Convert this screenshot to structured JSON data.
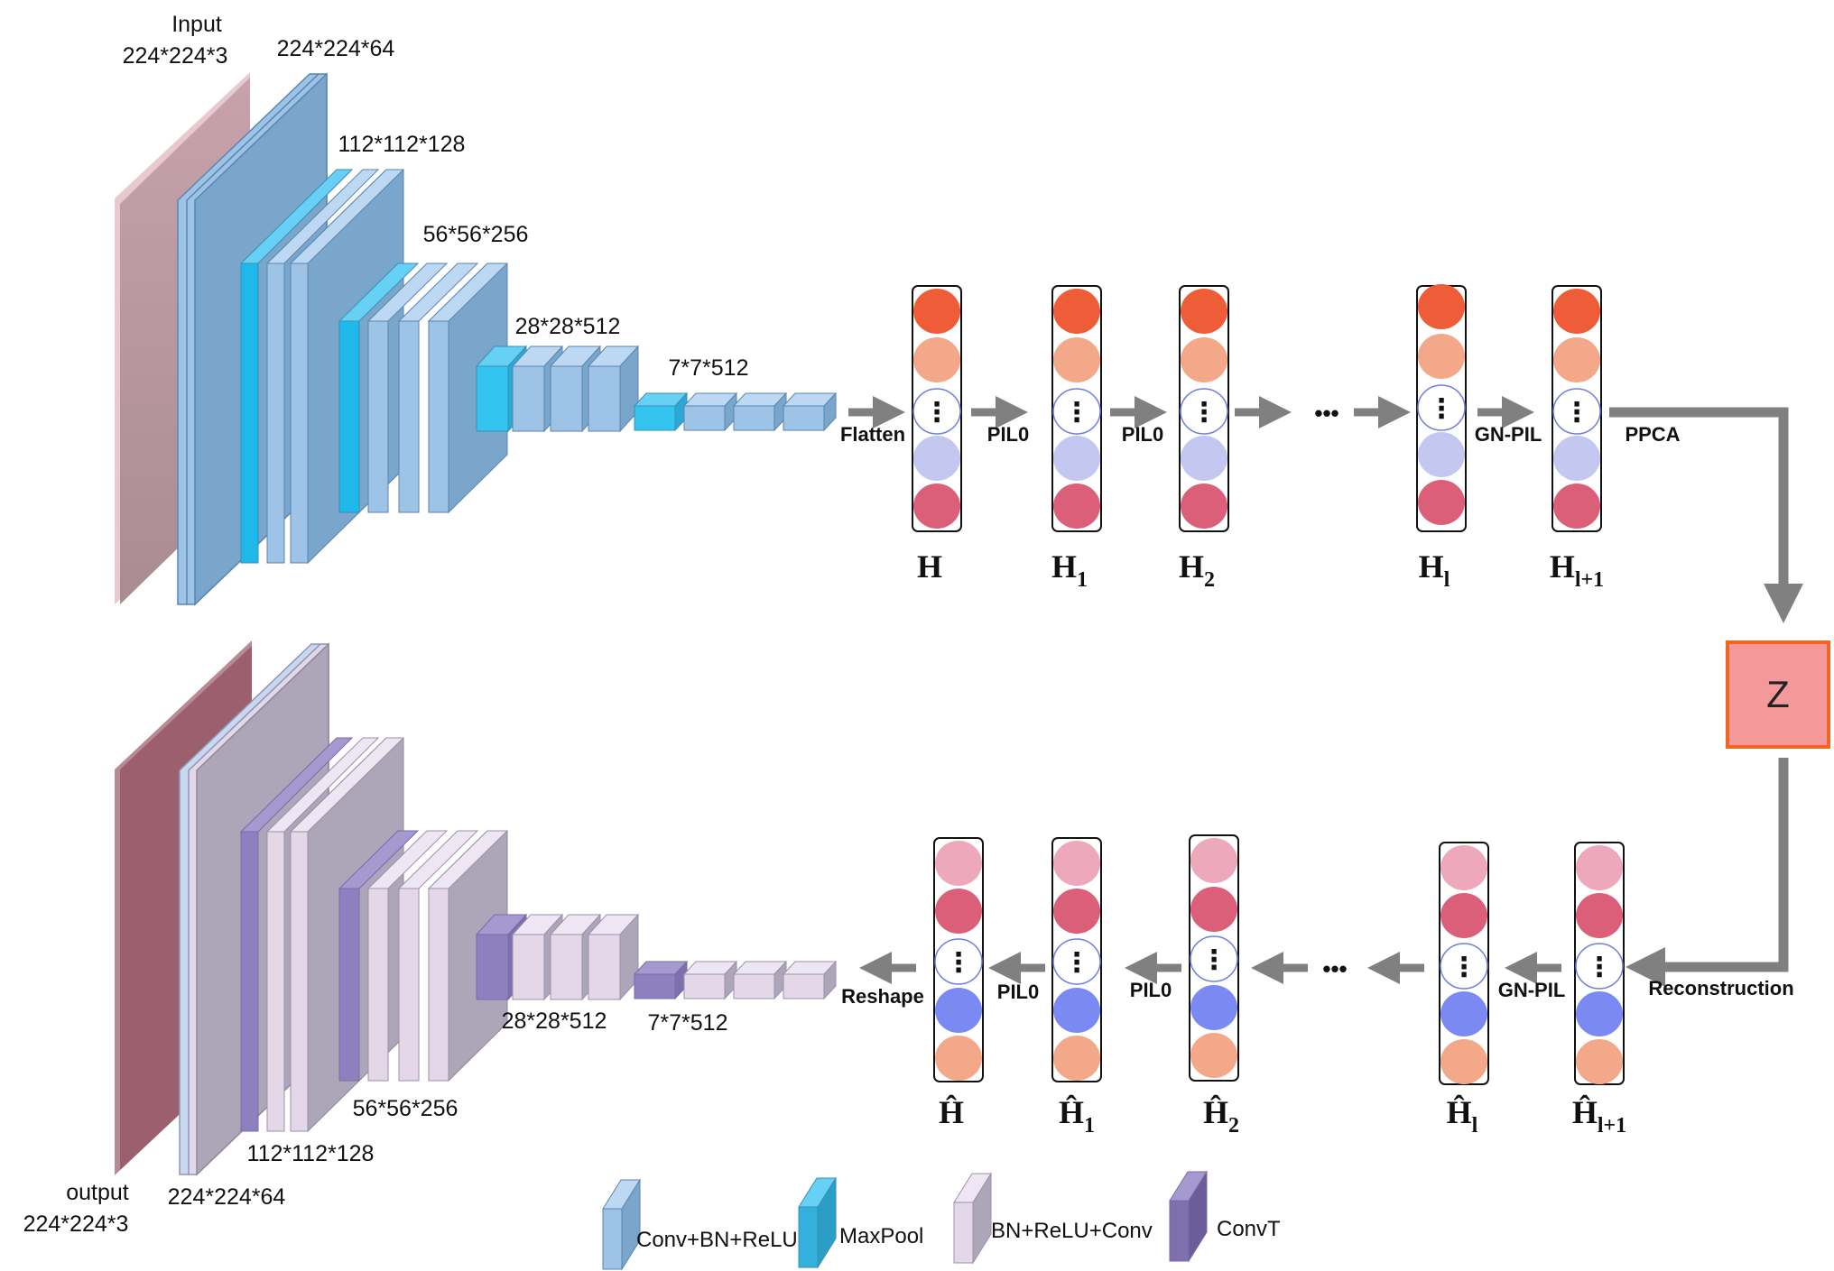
{
  "encoder": {
    "input_label": "Input",
    "input_dim": "224*224*3",
    "dims": [
      "224*224*64",
      "112*112*128",
      "56*56*256",
      "28*28*512",
      "7*7*512"
    ]
  },
  "decoder": {
    "output_label": "output",
    "output_dim": "224*224*3",
    "dims": [
      "224*224*64",
      "112*112*128",
      "56*56*256",
      "28*28*512",
      "7*7*512"
    ]
  },
  "top_ops": [
    "Flatten",
    "PIL0",
    "PIL0",
    "GN-PIL",
    "PPCA"
  ],
  "bottom_ops": [
    "Reshape",
    "PIL0",
    "PIL0",
    "GN-PIL",
    "Reconstruction"
  ],
  "ellipsis": "•••",
  "vertical_dots": "⋮",
  "top_vectors": [
    {
      "main": "H",
      "sub": ""
    },
    {
      "main": "H",
      "sub": "1"
    },
    {
      "main": "H",
      "sub": "2"
    },
    {
      "main": "H",
      "sub": "l"
    },
    {
      "main": "H",
      "sub": "l+1"
    }
  ],
  "bottom_vectors": [
    {
      "main": "Ĥ",
      "sub": ""
    },
    {
      "main": "Ĥ",
      "sub": "1"
    },
    {
      "main": "Ĥ",
      "sub": "2"
    },
    {
      "main": "Ĥ",
      "sub": "l"
    },
    {
      "main": "Ĥ",
      "sub": "l+1"
    }
  ],
  "latent": "Z",
  "legend": [
    "Conv+BN+ReLU",
    "MaxPool",
    "BN+ReLU+Conv",
    "ConvT"
  ],
  "colors": {
    "conv": "#9dc3e6",
    "conv_dark": "#7aa6cc",
    "maxpool": "#33c4f0",
    "bnconv": "#e4d7e8",
    "bnconv_dark": "#ada5b8",
    "convt": "#8d80bf",
    "input": "#b59ba1",
    "output": "#9c5f6e",
    "arrow": "#808080",
    "latent_fill": "#f4999a",
    "latent_border": "#f26522"
  }
}
